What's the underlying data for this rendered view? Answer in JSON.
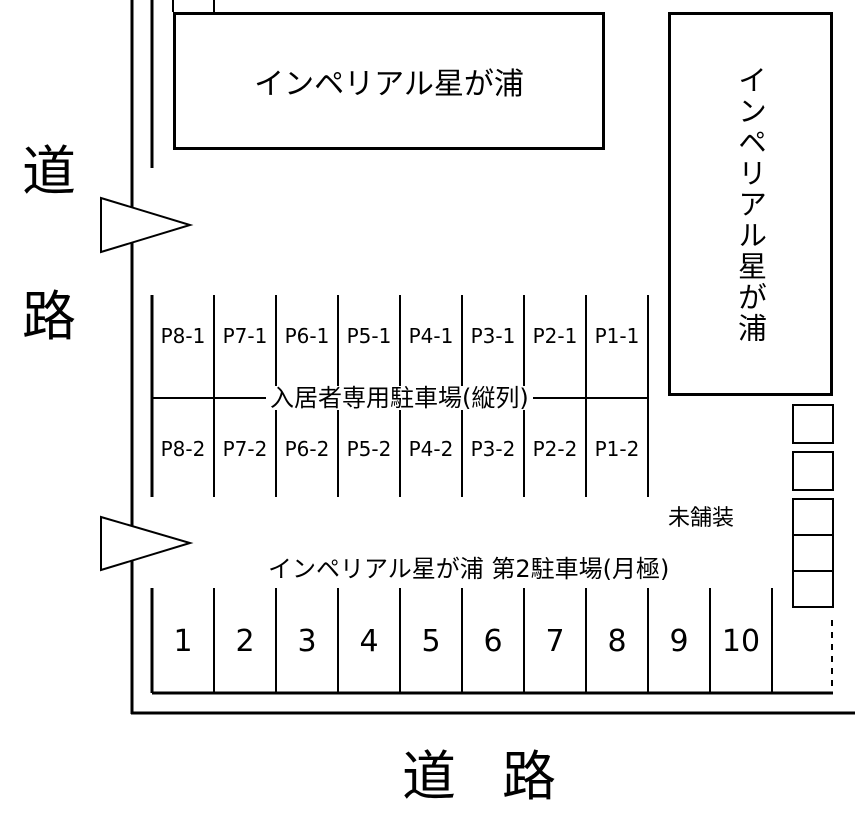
{
  "buildings": {
    "main_name": "インペリアル星が浦",
    "side_name": "インペリアル星が浦"
  },
  "roads": {
    "left_top": "道",
    "left_bottom": "路",
    "bottom": "道路"
  },
  "resident_parking": {
    "title": "入居者専用駐車場(縦列)",
    "row1": [
      "P8-1",
      "P7-1",
      "P6-1",
      "P5-1",
      "P4-1",
      "P3-1",
      "P2-1",
      "P1-1"
    ],
    "row2": [
      "P8-2",
      "P7-2",
      "P6-2",
      "P5-2",
      "P4-2",
      "P3-2",
      "P2-2",
      "P1-2"
    ]
  },
  "monthly_parking": {
    "title": "インペリアル星が浦 第2駐車場(月極)",
    "spaces": [
      "1",
      "2",
      "3",
      "4",
      "5",
      "6",
      "7",
      "8",
      "9",
      "10"
    ]
  },
  "unpaved_label": "未舗装"
}
